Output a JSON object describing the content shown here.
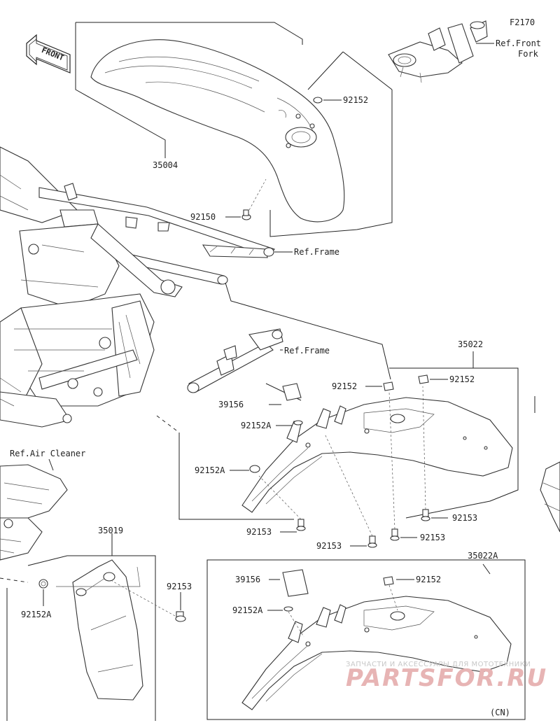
{
  "diagram": {
    "code": "F2170",
    "front_label": "FRONT",
    "refs": {
      "front_fork_1": "Ref.Front",
      "front_fork_2": "Fork",
      "frame_a": "Ref.Frame",
      "frame_b": "Ref.Frame",
      "air_cleaner": "Ref.Air Cleaner"
    },
    "part_numbers": {
      "p35004": "35004",
      "p92152_top": "92152",
      "p92150": "92150",
      "p35022": "35022",
      "p92152_a": "92152",
      "p92152_b": "92152",
      "p39156": "39156",
      "p92152A_1": "92152A",
      "p92152A_2": "92152A",
      "p92153_1": "92153",
      "p92153_2": "92153",
      "p92153_3": "92153",
      "p92153_4": "92153",
      "p35019": "35019",
      "p92153_5": "92153",
      "p92152A_3": "92152A",
      "p35022A": "35022A",
      "p39156_b": "39156",
      "p92152_c": "92152",
      "p92152A_4": "92152A"
    },
    "variant": "(CN)"
  },
  "watermark": {
    "line1": "ЗАПЧАСТИ И АКСЕССУАРЫ ДЛЯ МОТОТЕХНИКИ",
    "line2": "PARTSFOR.RU"
  }
}
